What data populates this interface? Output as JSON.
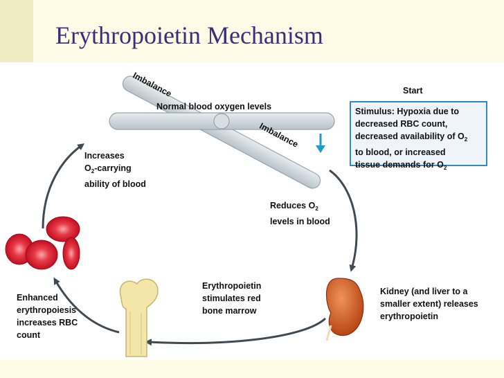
{
  "slide": {
    "title": "Erythropoietin Mechanism"
  },
  "diagram": {
    "imbalance_top": "Imbalance",
    "imbalance_bottom": "Imbalance",
    "normal_levels": "Normal blood oxygen levels",
    "start_label": "Start",
    "stimulus": {
      "line1": "Stimulus: Hypoxia due to",
      "line2": "decreased RBC count,",
      "line3": "decreased availability of O",
      "line3_sub": "2",
      "line4": "to blood, or increased",
      "line5": "tissue demands for O",
      "line5_sub": "2"
    },
    "reduces": {
      "line1": "Reduces O",
      "line1_sub": "2",
      "line2": "levels in blood"
    },
    "kidney": {
      "line1": "Kidney (and liver to a",
      "line2": "smaller extent) releases",
      "line3": "erythropoietin"
    },
    "epo": {
      "line1": "Erythropoietin",
      "line2": "stimulates red",
      "line3": "bone marrow"
    },
    "enhanced": {
      "line1": "Enhanced",
      "line2": "erythropoiesis",
      "line3": "increases RBC",
      "line4": "count"
    },
    "increases": {
      "line1": "Increases",
      "line2_pre": "O",
      "line2_sub": "2",
      "line2_post": "-carrying",
      "line3": "ability of blood"
    }
  },
  "colors": {
    "title": "#3a2d7a",
    "bar": "#c9d2d8",
    "arrow": "#3f4a52",
    "stimulus_border": "#2f88c8",
    "kidney": "#c8521e",
    "rbc": "#d9162b",
    "bone": "#f3e6a8"
  }
}
